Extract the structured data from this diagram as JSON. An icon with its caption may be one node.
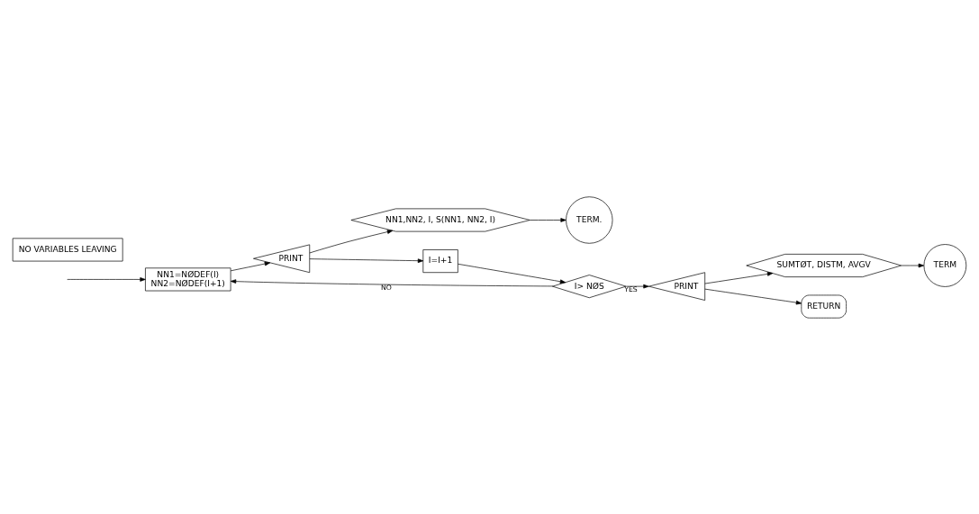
{
  "diagram": {
    "nodes": [
      {
        "text": [
          "NN1=NØDEF(I)",
          "NN2=NØDEF(I+1)"
        ]
      },
      {
        "text": [
          "PRINT"
        ]
      },
      {
        "text": [
          "NN1,NN2, I, S(NN1, NN2, I)"
        ]
      },
      {
        "text": [
          "TERM."
        ]
      },
      {
        "text": [
          "I=I+1"
        ]
      },
      {
        "text": [
          "I> NØS"
        ]
      },
      {
        "text": [
          "PRINT"
        ]
      },
      {
        "text": [
          "SUMTØT, DISTM, AVGV"
        ]
      },
      {
        "text": [
          "TERM"
        ]
      },
      {
        "text": [
          "RETURN"
        ]
      },
      {
        "text": [
          "NO VARIABLES LEAVING"
        ]
      }
    ],
    "edges": [
      {
        "from": null,
        "to": 0,
        "arrow": "to"
      },
      {
        "from": 0,
        "to": 1,
        "arrow": "to"
      },
      {
        "from": 1,
        "to": 2,
        "arrow": "to"
      },
      {
        "from": 2,
        "to": 3,
        "arrow": "to"
      },
      {
        "from": 1,
        "to": 4,
        "arrow": "to"
      },
      {
        "from": 4,
        "to": 5,
        "arrow": "to"
      },
      {
        "from": 5,
        "to": 0,
        "label": "NO",
        "arrow": "to"
      },
      {
        "from": 5,
        "to": 6,
        "label": "YES",
        "arrow": "to"
      },
      {
        "from": 6,
        "to": 7,
        "arrow": "to"
      },
      {
        "from": 7,
        "to": 8,
        "arrow": "to"
      },
      {
        "from": 6,
        "to": 9,
        "arrow": "to"
      }
    ]
  }
}
